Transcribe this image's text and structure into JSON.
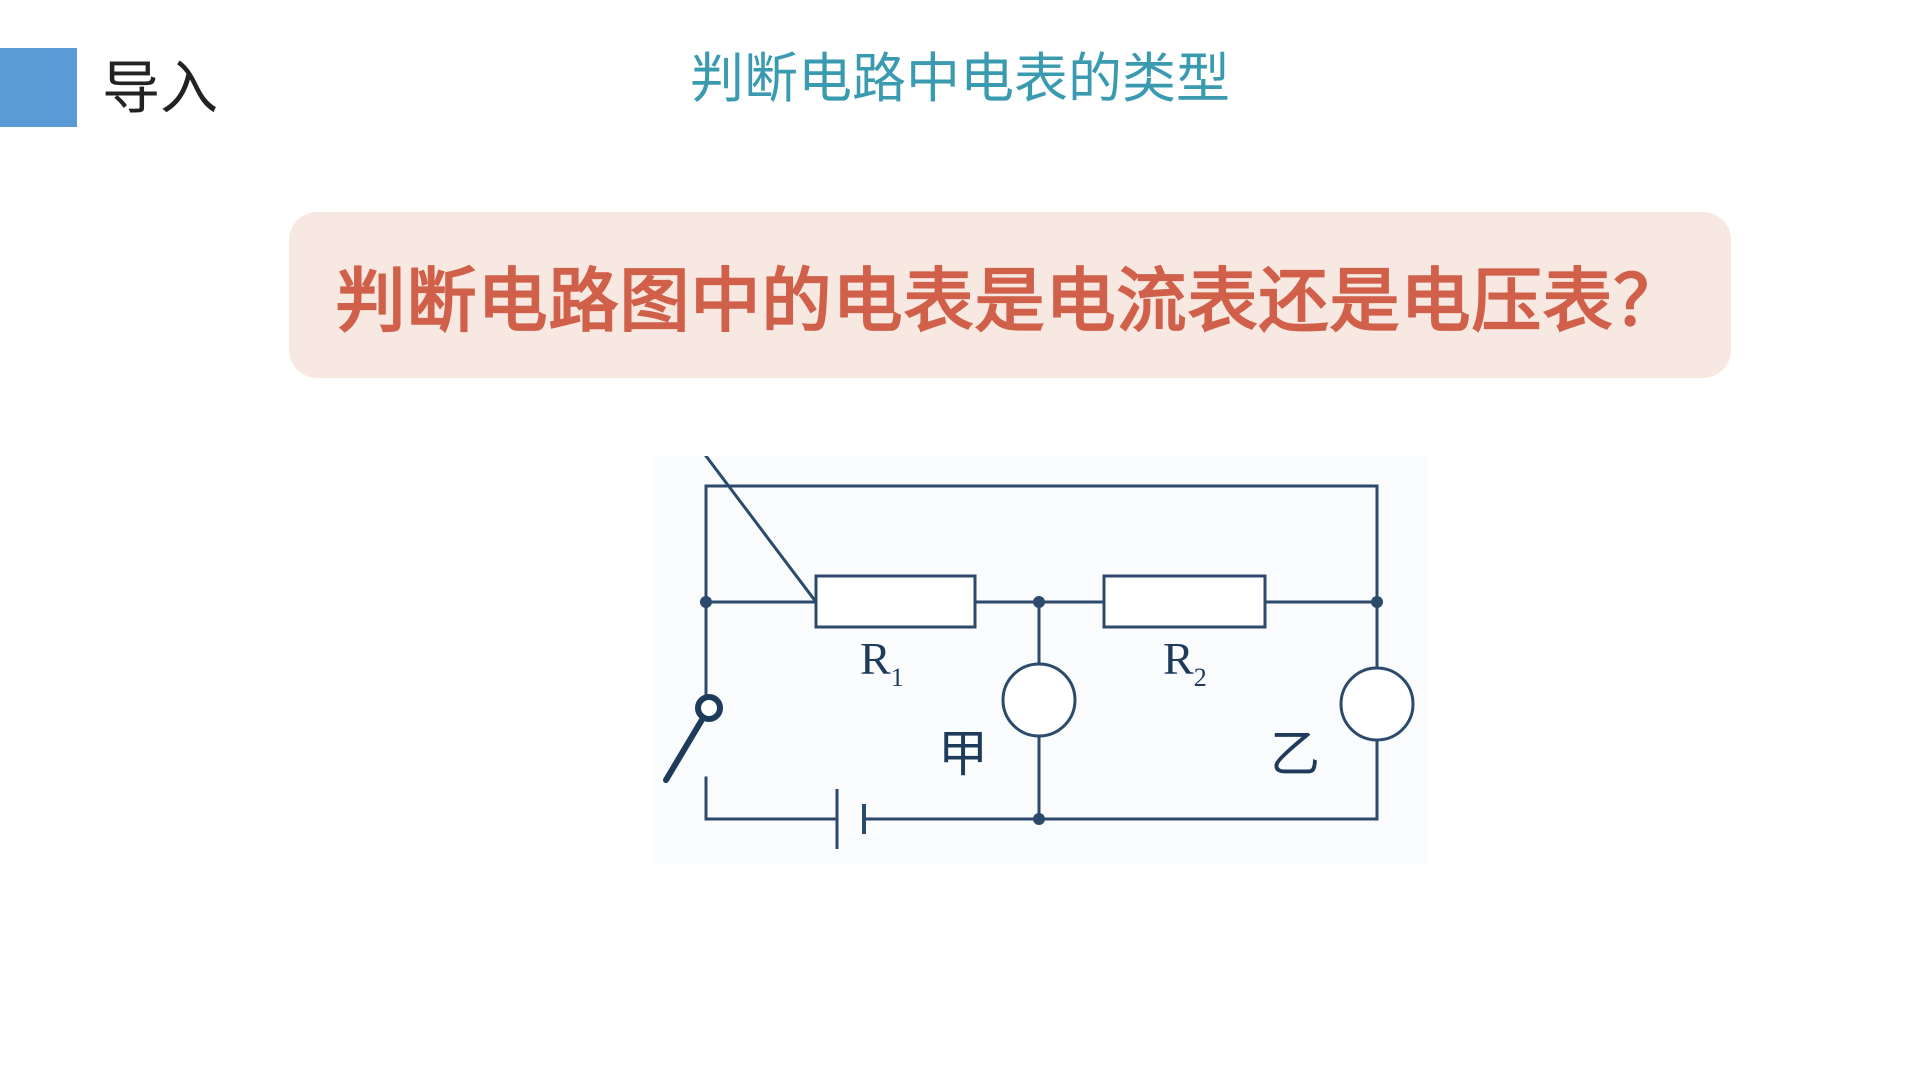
{
  "header": {
    "section_label": "导入",
    "title": "判断电路中电表的类型"
  },
  "question": {
    "text": "判断电路图中的电表是电流表还是电压表？"
  },
  "circuit": {
    "resistor_1": {
      "letter": "R",
      "subscript": "1"
    },
    "resistor_2": {
      "letter": "R",
      "subscript": "2"
    },
    "meter_1_label": "甲",
    "meter_2_label": "乙"
  },
  "colors": {
    "accent": "#5b9bd5",
    "title": "#3a9bb0",
    "question_text": "#d0604a",
    "question_bg": "#f7e9e1",
    "wire": "#2c4a6b"
  }
}
